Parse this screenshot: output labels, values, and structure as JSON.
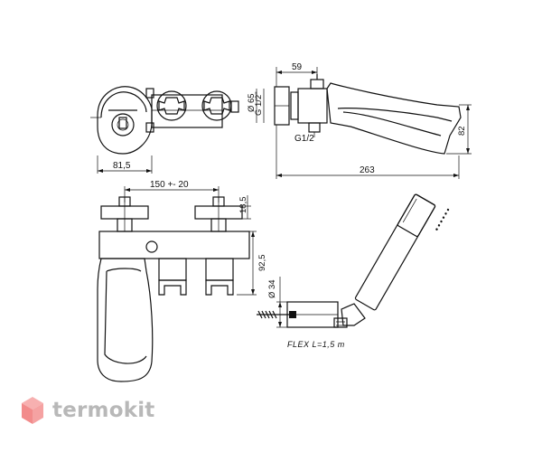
{
  "top_view": {
    "width_label": "81,5"
  },
  "side_view": {
    "offset_label": "59",
    "thread_label": "G 1/2\"",
    "diameter_label": "Ø 65",
    "height_label": "82",
    "inlet_label": "G1/2",
    "length_label": "263"
  },
  "front_view": {
    "spacing_label": "150 +- 20",
    "nut_label": "18,5",
    "height_label": "92,5"
  },
  "handshower_view": {
    "diameter_label": "Ø 34",
    "hose_label": "FLEX L=1,5 m"
  },
  "brand": {
    "name": "termokit",
    "accent_color": "#f28b8b",
    "text_color": "#b8b8b8"
  }
}
